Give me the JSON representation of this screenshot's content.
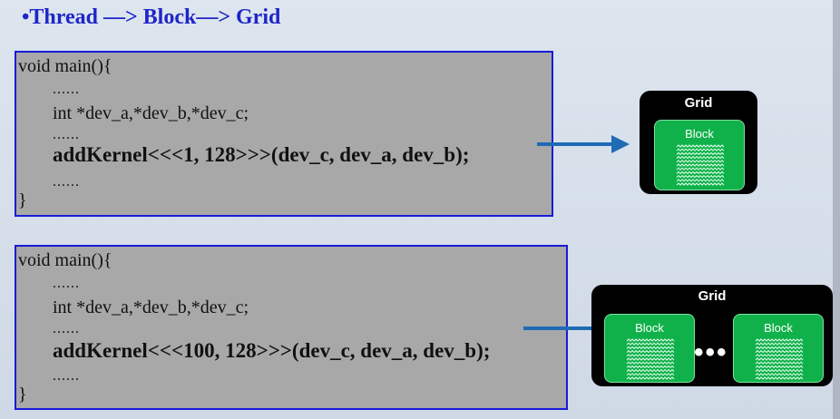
{
  "title": "•Thread —> Block—> Grid",
  "example1": {
    "lines": [
      "void main(){",
      "......",
      "int *dev_a,*dev_b,*dev_c;",
      "......",
      "addKernel<<<1, 128>>>(dev_c, dev_a, dev_b);",
      "......",
      "}"
    ],
    "grid_label": "Grid",
    "blocks": [
      "Block"
    ]
  },
  "example2": {
    "lines": [
      "void main(){",
      "......",
      "int *dev_a,*dev_b,*dev_c;",
      "......",
      "addKernel<<<100, 128>>>(dev_c, dev_a, dev_b);",
      "......",
      "}"
    ],
    "grid_label": "Grid",
    "blocks": [
      "Block",
      "Block"
    ],
    "ellipsis": "•••"
  },
  "colors": {
    "title": "#1e25c8",
    "code_bg": "#a8a8a8",
    "code_border": "#1a1ad8",
    "arrow": "#1f6bb5",
    "grid_bg": "#000000",
    "block": "#10b14a"
  }
}
